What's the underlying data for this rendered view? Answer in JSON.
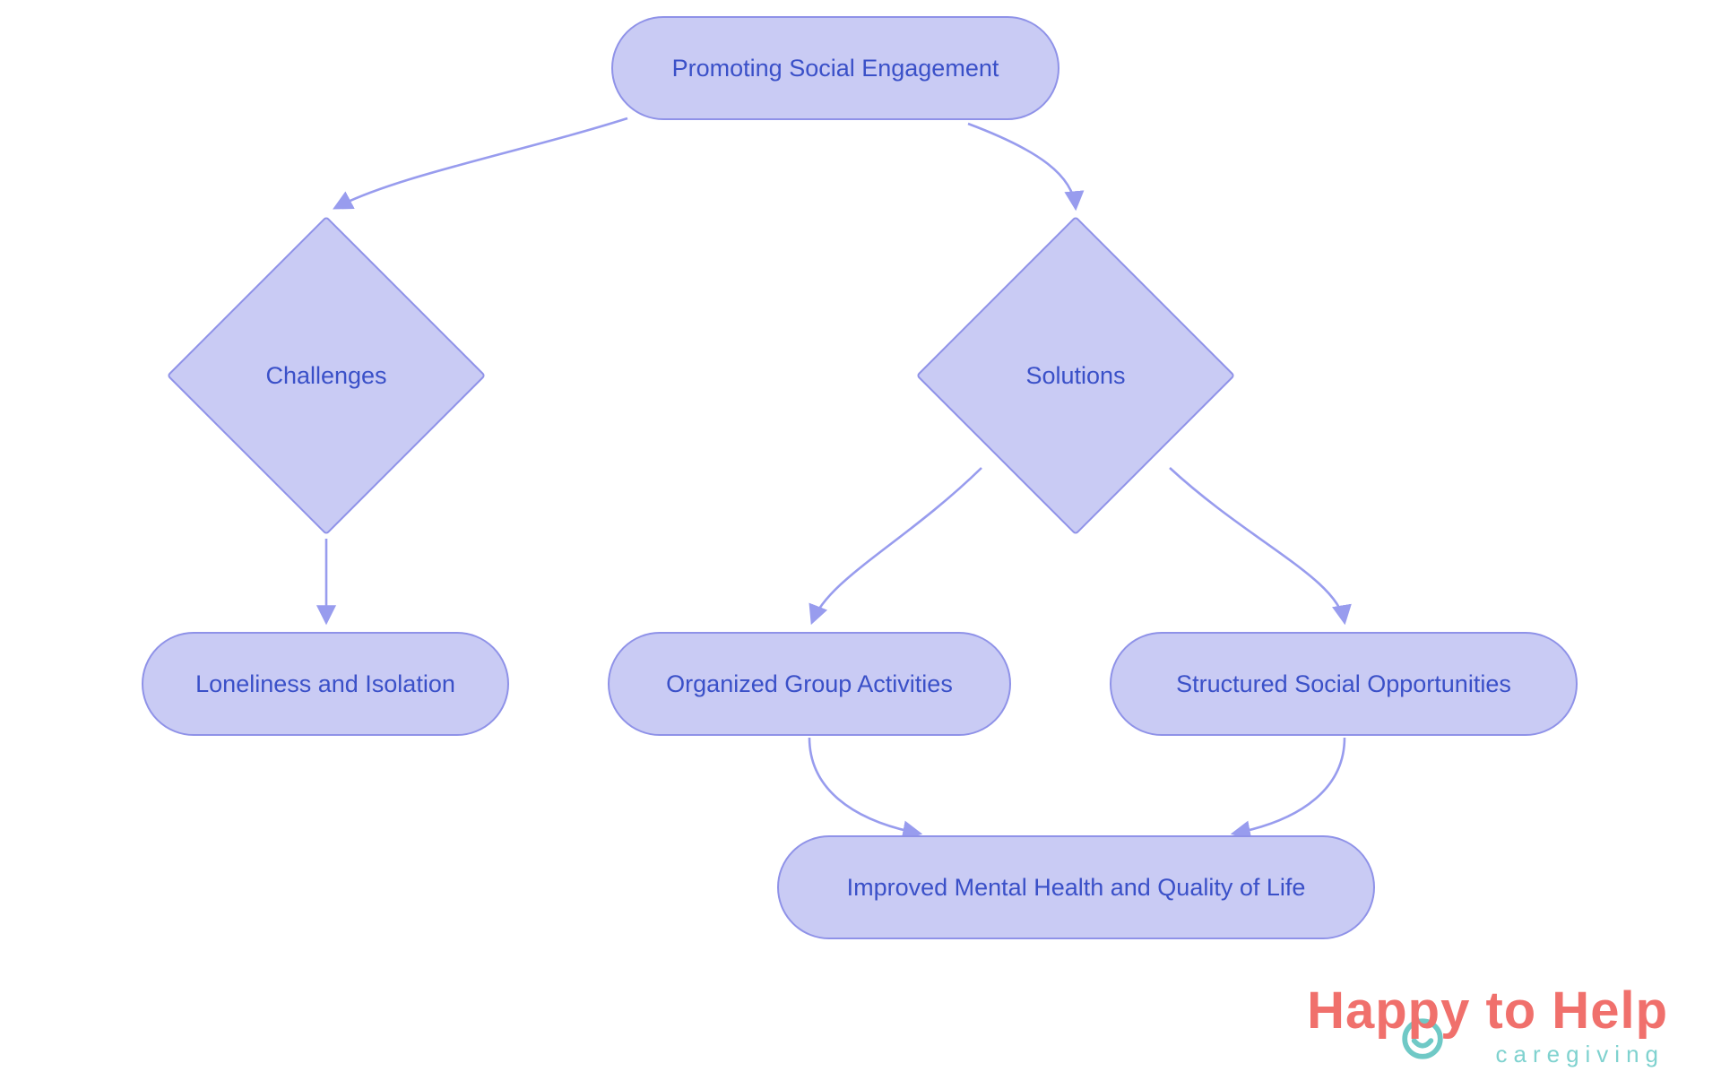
{
  "diagram": {
    "nodes": {
      "root": {
        "label": "Promoting Social Engagement",
        "shape": "pill"
      },
      "challenges": {
        "label": "Challenges",
        "shape": "diamond"
      },
      "solutions": {
        "label": "Solutions",
        "shape": "diamond"
      },
      "loneliness": {
        "label": "Loneliness and Isolation",
        "shape": "pill"
      },
      "organized": {
        "label": "Organized Group Activities",
        "shape": "pill"
      },
      "structured": {
        "label": "Structured Social Opportunities",
        "shape": "pill"
      },
      "improved": {
        "label": "Improved Mental Health and Quality of Life",
        "shape": "pill"
      }
    },
    "edges": [
      {
        "from": "root",
        "to": "challenges"
      },
      {
        "from": "root",
        "to": "solutions"
      },
      {
        "from": "challenges",
        "to": "loneliness"
      },
      {
        "from": "solutions",
        "to": "organized"
      },
      {
        "from": "solutions",
        "to": "structured"
      },
      {
        "from": "organized",
        "to": "improved"
      },
      {
        "from": "structured",
        "to": "improved"
      }
    ],
    "colors": {
      "node_fill": "#c9cbf4",
      "node_border": "#8f92e8",
      "node_text": "#3a50c8",
      "arrow": "#989cee"
    }
  },
  "logo": {
    "title": "Happy to Help",
    "subtitle": "caregiving",
    "colors": {
      "title": "#f0706c",
      "subtitle": "#7fd2cf",
      "icon": "#6fc9c6"
    }
  }
}
